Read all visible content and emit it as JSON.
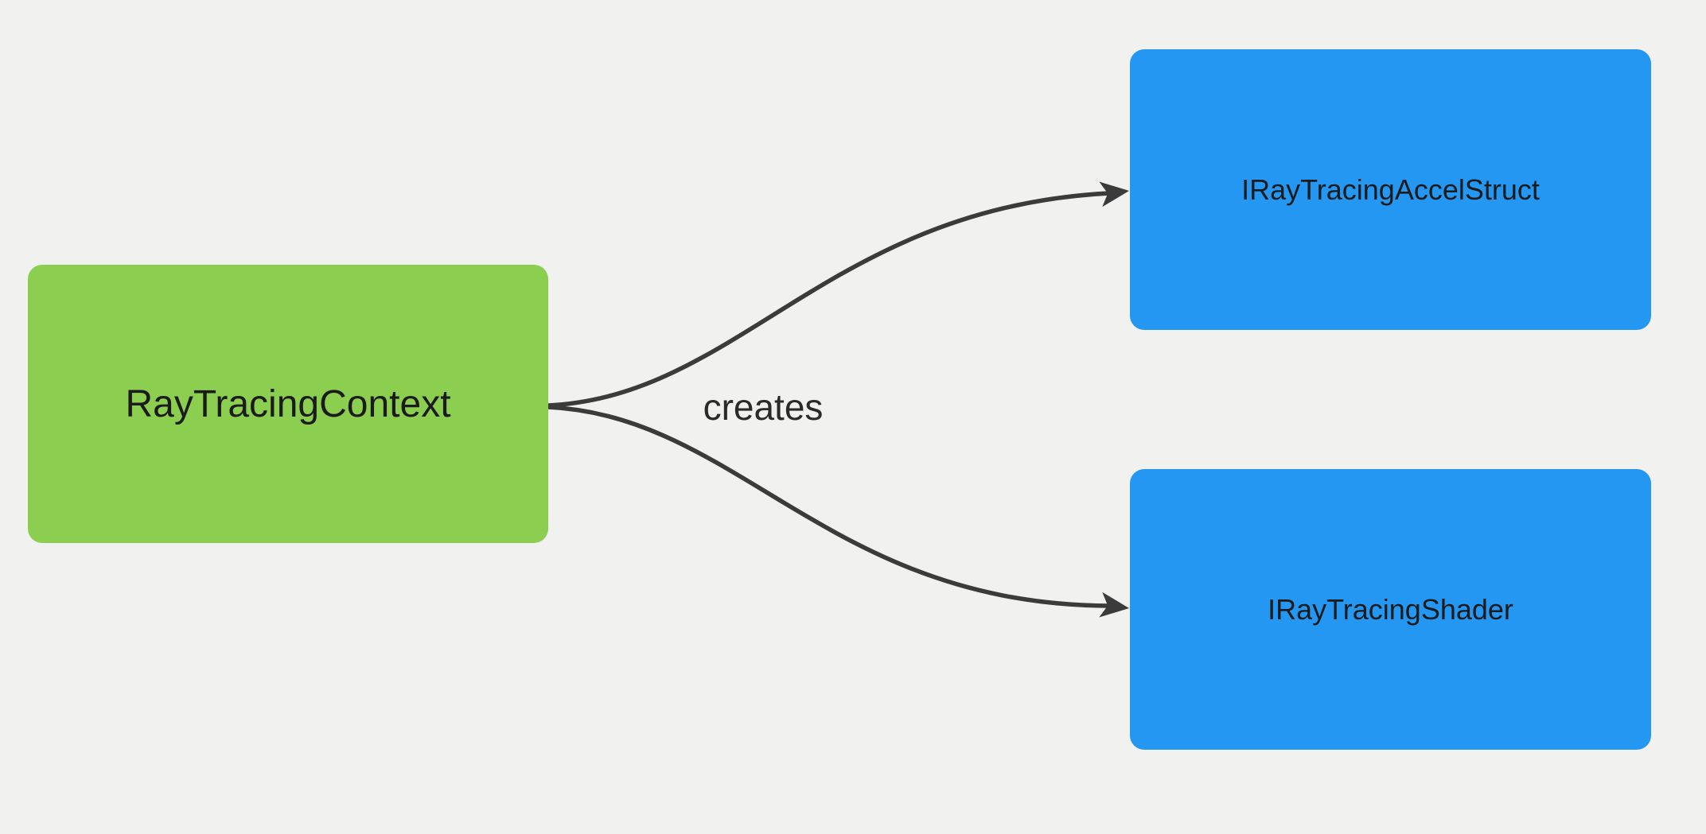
{
  "diagram": {
    "background_color": "#f1f1f0",
    "edge_color": "#3b3b3b",
    "text_color": "#1b1b1b",
    "nodes": [
      {
        "id": "RayTracingContext",
        "label": "RayTracingContext",
        "fill_color": "#8ccf50",
        "shape": "rounded-rect"
      },
      {
        "id": "IRayTracingAccelStruct",
        "label": "IRayTracingAccelStruct",
        "fill_color": "#2497f3",
        "shape": "rounded-rect"
      },
      {
        "id": "IRayTracingShader",
        "label": "IRayTracingShader",
        "fill_color": "#2497f3",
        "shape": "rounded-rect"
      }
    ],
    "edges": [
      {
        "from": "RayTracingContext",
        "to": "IRayTracingAccelStruct",
        "label": "creates",
        "style": "curved-arrow"
      },
      {
        "from": "RayTracingContext",
        "to": "IRayTracingShader",
        "label": "creates",
        "style": "curved-arrow"
      }
    ],
    "edge_label": "creates"
  }
}
